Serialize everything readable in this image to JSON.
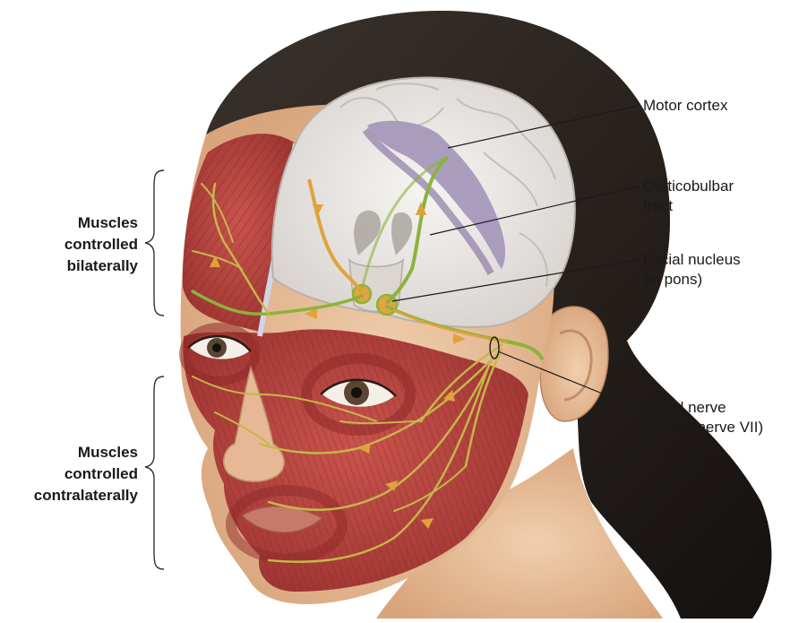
{
  "regions": {
    "upper": {
      "lines": [
        "Muscles",
        "controlled",
        "bilaterally"
      ]
    },
    "lower": {
      "lines": [
        "Muscles",
        "controlled",
        "contralaterally"
      ]
    }
  },
  "callouts": {
    "motor_cortex": {
      "lines": [
        "Motor cortex"
      ]
    },
    "corticobulbar": {
      "lines": [
        "Corticobulbar",
        "tract"
      ]
    },
    "facial_nucleus": {
      "lines": [
        "Facial nucleus",
        "(in pons)"
      ]
    },
    "facial_nerve": {
      "lines": [
        "Facial nerve",
        "(cranial nerve VII)"
      ]
    }
  },
  "colors": {
    "skin": "#e9c29f",
    "muscle": "#b8413d",
    "muscle_dark": "#8e2a2a",
    "brain": "#ece9e6",
    "cortex": "#9e8fb5",
    "hair": "#2a2420",
    "nerve_green": "#8cb33a",
    "nerve_orange": "#e0a23a"
  }
}
